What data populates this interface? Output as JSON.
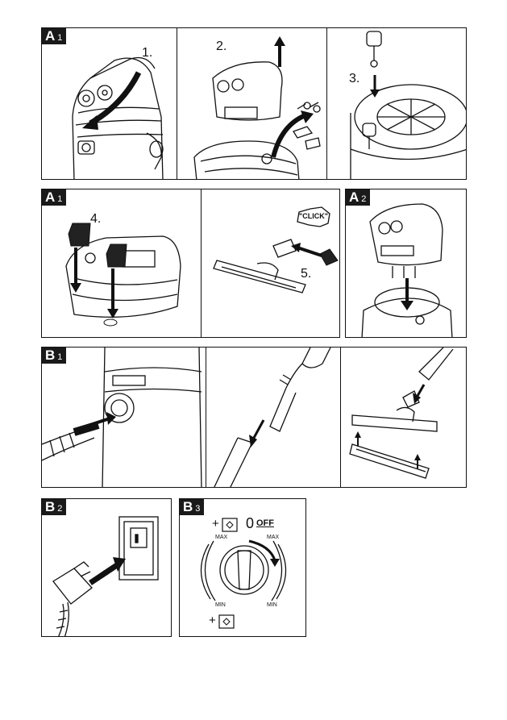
{
  "panels": {
    "row1": {
      "tag": {
        "letter": "A",
        "number": "1"
      },
      "steps": {
        "s1": "1.",
        "s2": "2.",
        "s3": "3."
      }
    },
    "row2": {
      "tag": {
        "letter": "A",
        "number": "1"
      },
      "steps": {
        "s4": "4.",
        "s5": "5."
      },
      "click_text": "\"CLICK\""
    },
    "row2b": {
      "tag": {
        "letter": "A",
        "number": "2"
      }
    },
    "row3": {
      "tag": {
        "letter": "B",
        "number": "1"
      }
    },
    "row4a": {
      "tag": {
        "letter": "B",
        "number": "2"
      }
    },
    "row4b": {
      "tag": {
        "letter": "B",
        "number": "3"
      },
      "switch": {
        "plus": "+",
        "zero": "0",
        "off": "OFF",
        "max_left": "MAX",
        "max_right": "MAX",
        "min_left": "MIN",
        "min_right": "MIN",
        "plus_bottom": "+"
      }
    }
  }
}
